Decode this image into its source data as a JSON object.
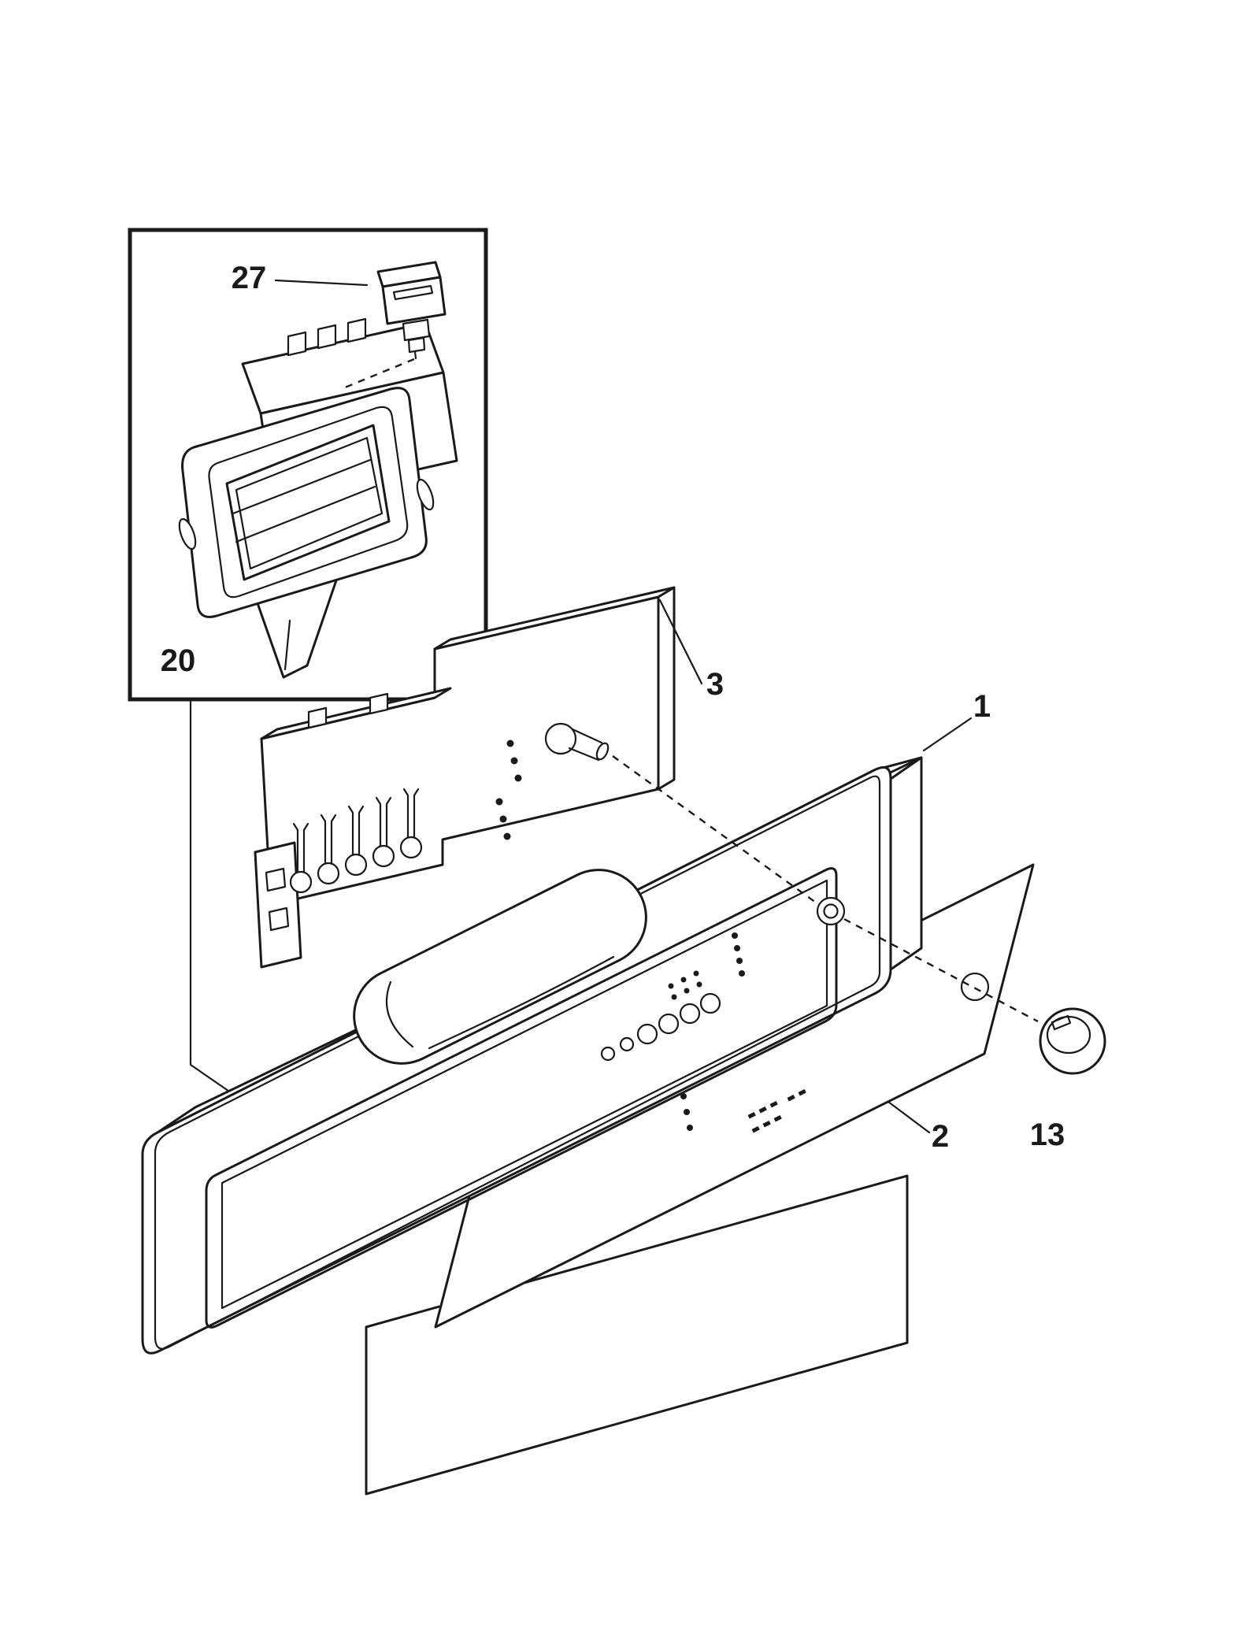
{
  "figure": {
    "background": "#ffffff",
    "line_color": "#1a1a1a",
    "callouts": {
      "part27": "27",
      "part20": "20",
      "part3": "3",
      "part1": "1",
      "part2": "2",
      "part13": "13"
    }
  }
}
